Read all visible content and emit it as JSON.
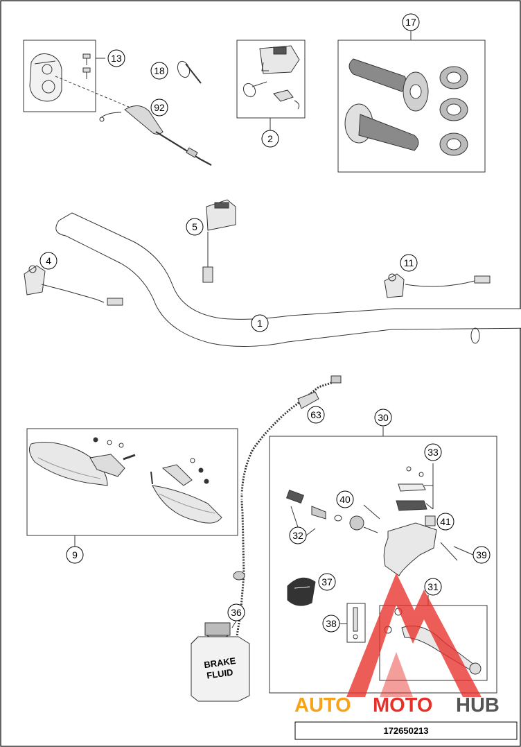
{
  "callouts": {
    "c1": "1",
    "c2": "2",
    "c4": "4",
    "c5": "5",
    "c9": "9",
    "c11": "11",
    "c13": "13",
    "c17": "17",
    "c18": "18",
    "c30": "30",
    "c31": "31",
    "c32": "32",
    "c33": "33",
    "c36": "36",
    "c37": "37",
    "c38": "38",
    "c39": "39",
    "c40": "40",
    "c41": "41",
    "c63": "63",
    "c92": "92"
  },
  "bottle_label": {
    "line1": "BRAKE",
    "line2": "FLUID"
  },
  "watermark": {
    "part1": "AUTO",
    "part2": "MOTO",
    "part3": "HUB"
  },
  "drawing_number": "172650213",
  "colors": {
    "line": "#333333",
    "watermark_red": "#e8302a",
    "watermark_orange": "#f7a21b",
    "watermark_gray": "#555555"
  }
}
